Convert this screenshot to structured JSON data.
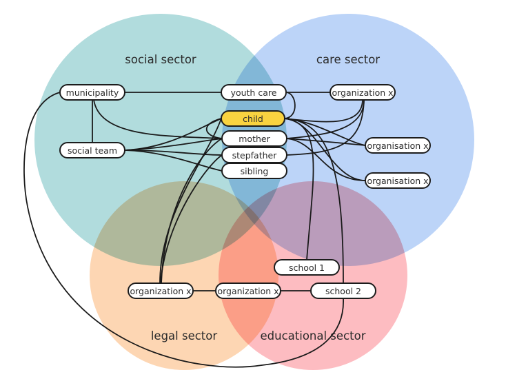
{
  "title": "Network of sectors around the child",
  "colors": {
    "social": "#a9d8d9",
    "care": "#b5cff7",
    "legal": "#fdd2ab",
    "educational": "#fdb5ba",
    "highlight": "#f9d340"
  },
  "sectors": [
    {
      "id": "social",
      "label": "social sector"
    },
    {
      "id": "care",
      "label": "care sector"
    },
    {
      "id": "legal",
      "label": "legal sector"
    },
    {
      "id": "educational",
      "label": "educational sector"
    }
  ],
  "nodes": [
    {
      "id": "municipality",
      "label": "municipality"
    },
    {
      "id": "youth_care",
      "label": "youth care"
    },
    {
      "id": "org_care_top",
      "label": "organization x"
    },
    {
      "id": "child",
      "label": "child",
      "highlight": true
    },
    {
      "id": "mother",
      "label": "mother"
    },
    {
      "id": "stepfather",
      "label": "stepfather"
    },
    {
      "id": "sibling",
      "label": "sibling"
    },
    {
      "id": "social_team",
      "label": "social team"
    },
    {
      "id": "org_care_mid",
      "label": "organisation x"
    },
    {
      "id": "org_care_low",
      "label": "organisation x"
    },
    {
      "id": "school1",
      "label": "school 1"
    },
    {
      "id": "school2",
      "label": "school 2"
    },
    {
      "id": "org_legal",
      "label": "organization x"
    },
    {
      "id": "org_legal_edu",
      "label": "organization x"
    }
  ],
  "edges": [
    [
      "municipality",
      "youth_care"
    ],
    [
      "municipality",
      "social_team"
    ],
    [
      "municipality",
      "mother"
    ],
    [
      "municipality",
      "school2"
    ],
    [
      "youth_care",
      "org_care_top"
    ],
    [
      "youth_care",
      "child"
    ],
    [
      "social_team",
      "child"
    ],
    [
      "social_team",
      "mother"
    ],
    [
      "social_team",
      "stepfather"
    ],
    [
      "social_team",
      "sibling"
    ],
    [
      "child",
      "mother"
    ],
    [
      "child",
      "org_care_top"
    ],
    [
      "child",
      "org_care_mid"
    ],
    [
      "child",
      "org_care_low"
    ],
    [
      "child",
      "school1"
    ],
    [
      "child",
      "school2"
    ],
    [
      "mother",
      "org_care_top"
    ],
    [
      "mother",
      "org_care_mid"
    ],
    [
      "mother",
      "org_care_low"
    ],
    [
      "stepfather",
      "org_care_top"
    ],
    [
      "mother",
      "org_legal"
    ],
    [
      "stepfather",
      "org_legal"
    ],
    [
      "child",
      "org_legal"
    ],
    [
      "org_legal",
      "org_legal_edu"
    ],
    [
      "org_legal_edu",
      "school2"
    ]
  ]
}
